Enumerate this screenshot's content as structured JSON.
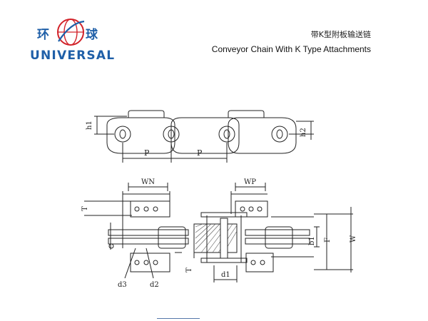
{
  "logo": {
    "char_left": "环",
    "char_right": "球",
    "brand": "UNIVERSAL",
    "color": "#1f5fa8",
    "accent_color": "#d2232a"
  },
  "title": {
    "cn": "带K型附板输送链",
    "en": "Conveyor Chain With K Type Attachments"
  },
  "labels": {
    "h2": "h2",
    "h2_sub": "2",
    "pitch_1": "P",
    "pitch_2": "P",
    "wn": "WN",
    "wp": "WP",
    "t_left": "T",
    "t_mid": "T",
    "b1": "b1",
    "f": "F",
    "w": "W",
    "d1": "d1",
    "d2": "d2",
    "d3": "d3"
  }
}
